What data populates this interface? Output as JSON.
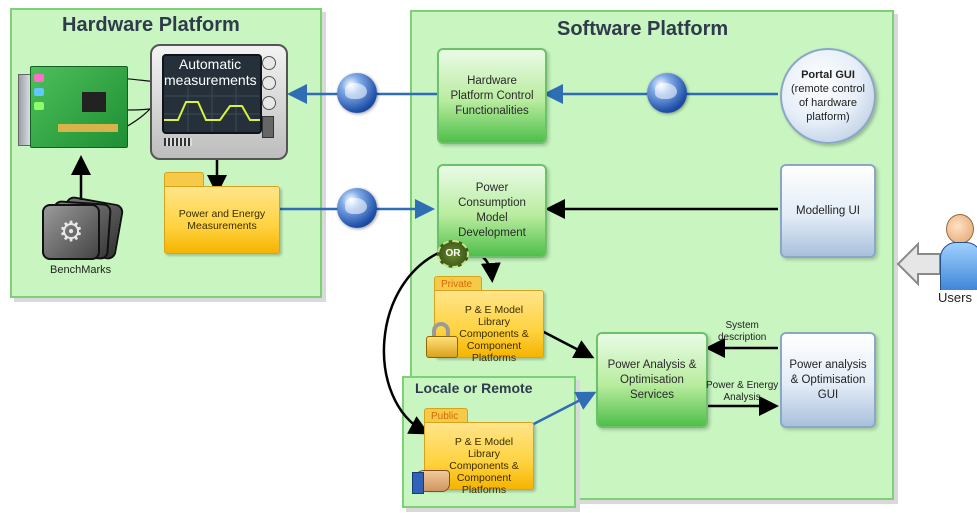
{
  "hardware_platform": {
    "title": "Hardware Platform",
    "automatic_measurements": "Automatic\nmeasurements",
    "power_energy_folder": "Power and Energy\nMeasurements",
    "benchmarks": "BenchMarks"
  },
  "software_platform": {
    "title": "Software Platform",
    "hw_control": "Hardware\nPlatform Control\nFunctionalities",
    "portal_gui_title": "Portal GUI",
    "portal_gui_desc": "(remote control\nof hardware\nplatform)",
    "power_model": "Power\nConsumption\nModel\nDevelopment",
    "modelling_ui": "Modelling UI",
    "or_badge": "OR",
    "private_tab": "Private",
    "private_folder": "P & E Model Library\nComponents &\nComponent\nPlatforms",
    "analysis_services": "Power Analysis &\nOptimisation\nServices",
    "analysis_gui": "Power analysis\n& Optimisation\nGUI",
    "system_description": "System\ndescription",
    "pe_analysis": "Power & Energy\nAnalysis"
  },
  "locale_remote": {
    "title": "Locale or Remote",
    "public_tab": "Public",
    "public_folder": "P & E Model Library\nComponents &\nComponent\nPlatforms"
  },
  "users": {
    "label": "Users"
  },
  "colors": {
    "panel_fill": "#c8f5c0",
    "arrow_blue": "#2f6db5",
    "arrow_black": "#000000"
  }
}
